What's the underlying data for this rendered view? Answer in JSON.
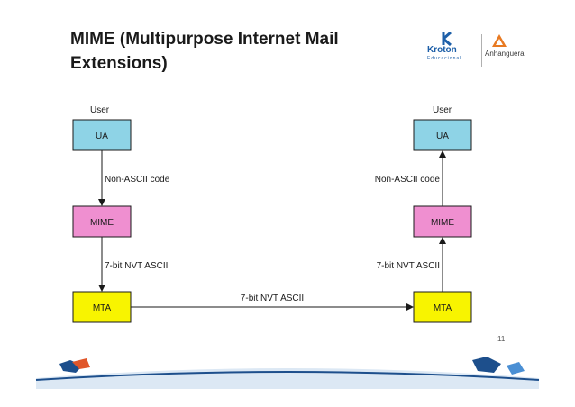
{
  "slide": {
    "title": "MIME (Multipurpose Internet Mail Extensions)",
    "page_number": "11"
  },
  "logos": {
    "kroton": "Kroton",
    "kroton_sub": "Educacional",
    "anhanguera": "Anhanguera"
  },
  "diagram": {
    "left_user": "User",
    "right_user": "User",
    "ua_label": "UA",
    "mime_label": "MIME",
    "mta_label": "MTA",
    "non_ascii_left": "Non-ASCII code",
    "non_ascii_right": "Non-ASCII code",
    "nvt_left": "7-bit NVT ASCII",
    "nvt_right": "7-bit NVT ASCII",
    "nvt_middle": "7-bit NVT ASCII"
  },
  "colors": {
    "ua_fill": "#8ed3e6",
    "mime_fill": "#ef8fd0",
    "mta_fill": "#f8f400",
    "footer_blue": "#1d4f8c",
    "footer_orange": "#e0562a"
  }
}
